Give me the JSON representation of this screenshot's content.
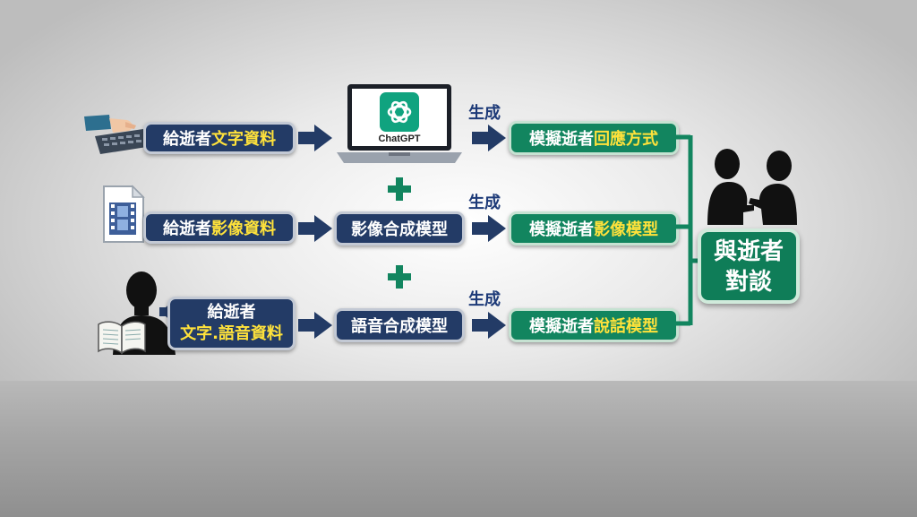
{
  "rows": [
    {
      "source": {
        "prefix": "給逝者",
        "highlight": "文字資料"
      },
      "model": {
        "app_name": "ChatGPT"
      },
      "generate_label": "生成",
      "output": {
        "prefix": "模擬逝者",
        "highlight": "回應方式"
      }
    },
    {
      "source": {
        "prefix": "給逝者",
        "highlight": "影像資料"
      },
      "model": {
        "label": "影像合成模型"
      },
      "generate_label": "生成",
      "output": {
        "prefix": "模擬逝者",
        "highlight": "影像模型"
      }
    },
    {
      "source": {
        "line1": "給逝者",
        "line2_highlight": "文字.語音資料"
      },
      "model": {
        "label": "語音合成模型"
      },
      "generate_label": "生成",
      "output": {
        "prefix": "模擬逝者",
        "highlight": "說話模型"
      }
    }
  ],
  "result": {
    "line1": "與逝者",
    "line2": "對談"
  },
  "colors": {
    "navy": "#233b66",
    "green": "#12855f",
    "highlight": "#ffe23b",
    "arrow": "#233b66"
  },
  "icons": [
    "keyboard-hand-icon",
    "laptop-icon",
    "chatgpt-logo-icon",
    "film-file-icon",
    "speaking-person-icon",
    "speaker-icon",
    "open-book-icon",
    "plus-icon",
    "two-people-talking-icon"
  ]
}
